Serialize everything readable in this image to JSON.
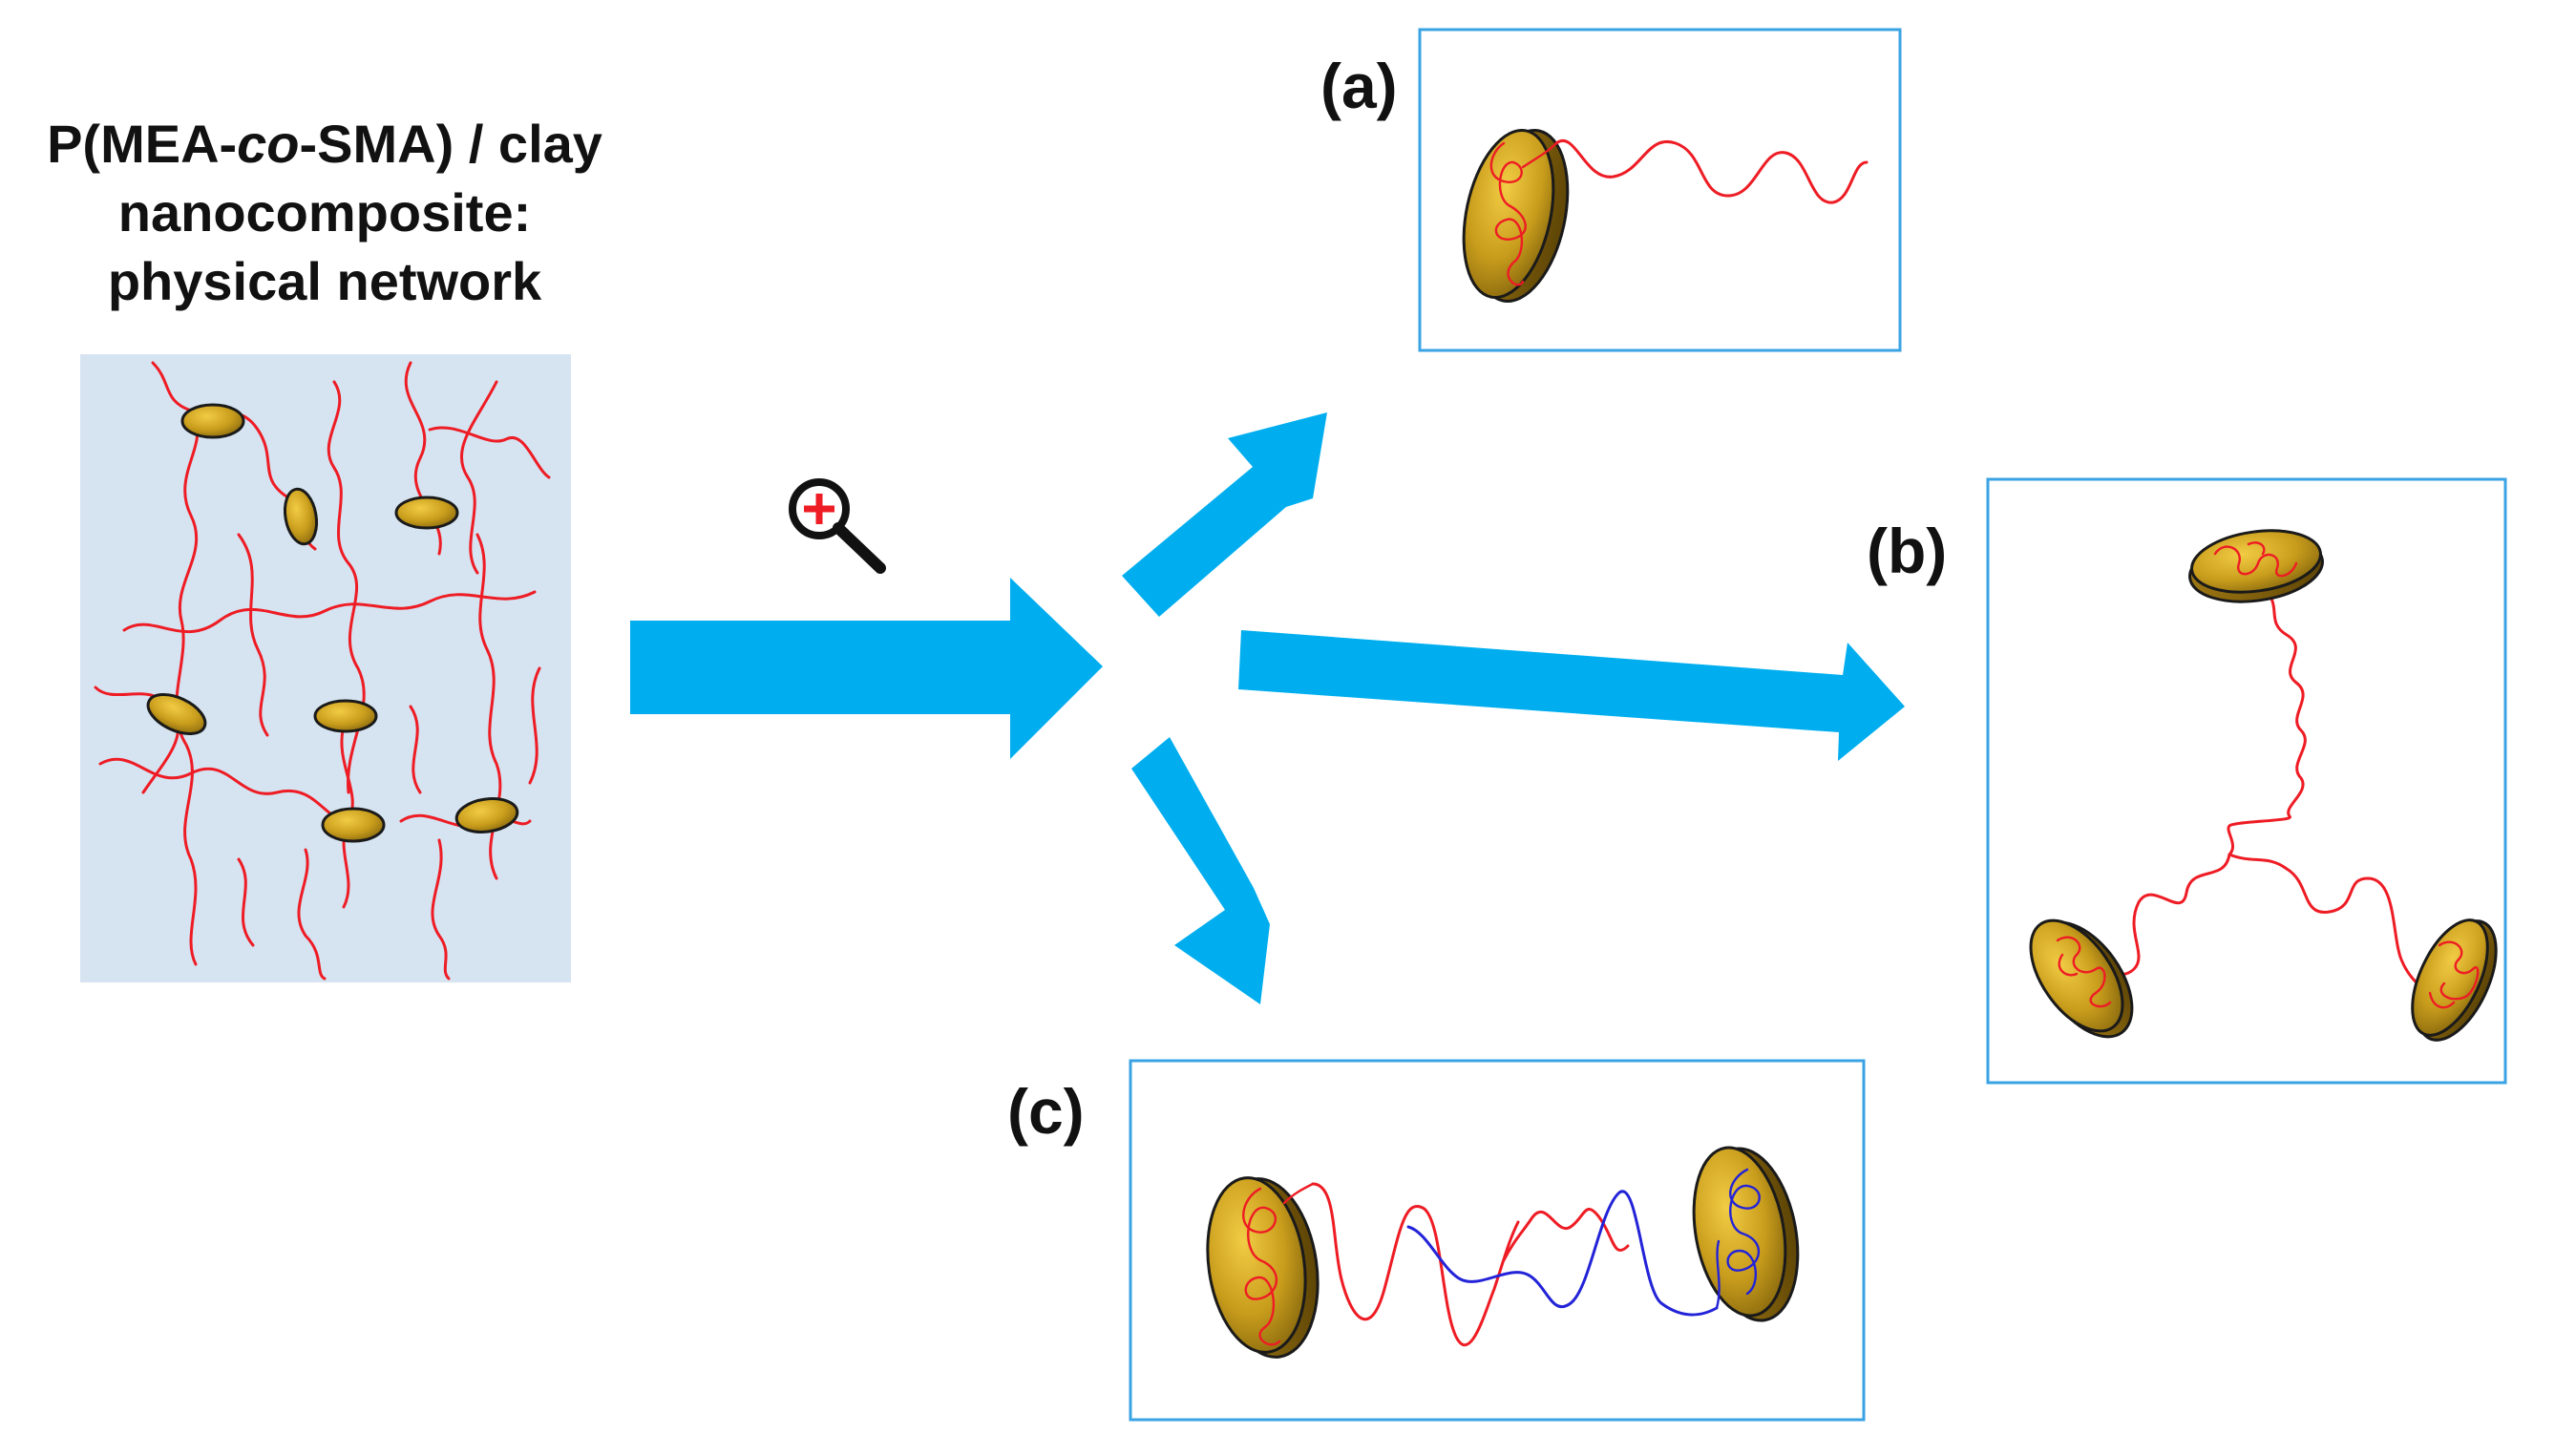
{
  "title": {
    "line1_prefix": "P(MEA-",
    "line1_italic": "co",
    "line1_suffix": "-SMA) / clay",
    "line2": "nanocomposite:",
    "line3": "physical network"
  },
  "panels": {
    "a": {
      "label": "(a)"
    },
    "b": {
      "label": "(b)"
    },
    "c": {
      "label": "(c)"
    }
  },
  "icons": {
    "magnifier": "zoom-in-magnifier-icon"
  },
  "colors": {
    "network_background": "#d6e4f2",
    "arrow": "#00aeef",
    "panel_border": "#3aa3e3",
    "red_chain": "#ee1c24",
    "blue_chain": "#2323d8",
    "clay_fill": "#c8a02a",
    "clay_stroke": "#1a1a1a"
  }
}
